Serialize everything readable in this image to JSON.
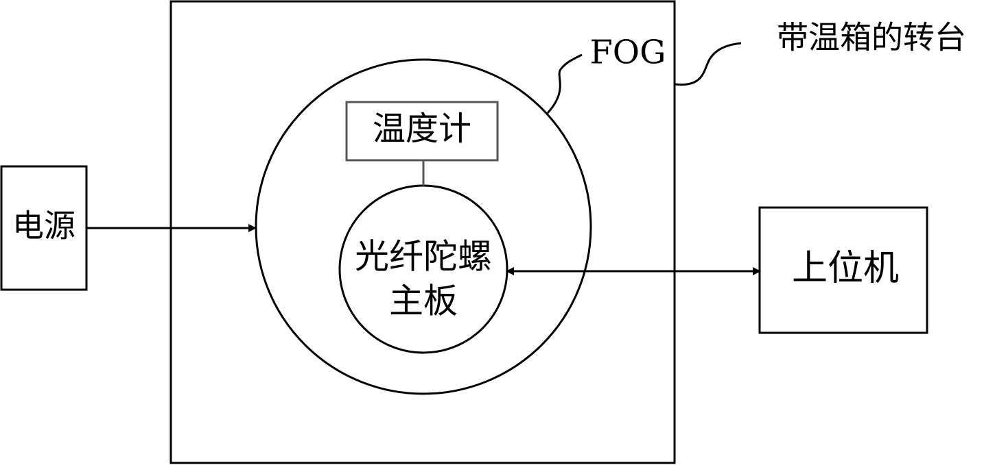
{
  "labels": {
    "power_supply": "电源",
    "host_computer": "上位机",
    "turntable": "带温箱的转台",
    "fog": "FOG",
    "thermometer": "温度计",
    "gyro_board_line1": "光纤陀螺",
    "gyro_board_line2": "主板"
  },
  "colors": {
    "stroke": "#000000",
    "thermometer_stroke": "#555555",
    "background": "#ffffff"
  }
}
